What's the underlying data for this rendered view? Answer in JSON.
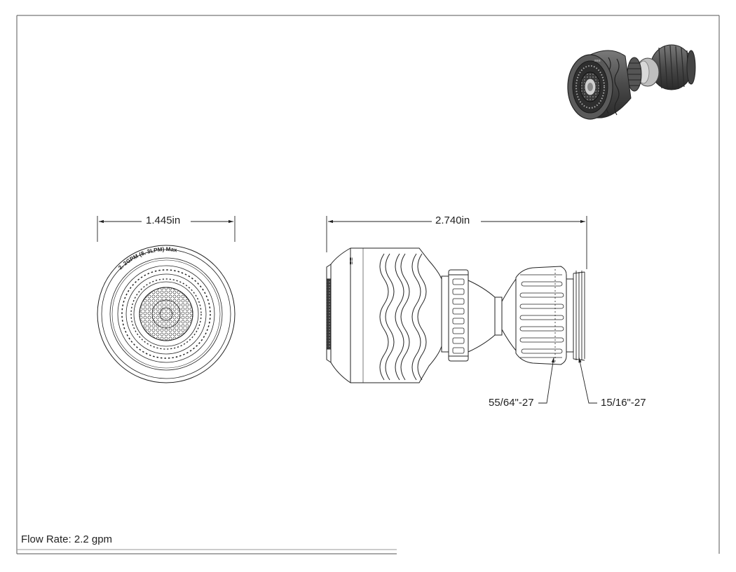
{
  "dimensions": {
    "front_width": "1.445in",
    "side_length": "2.740in",
    "thread_large": "55/64\"-27",
    "thread_small": "15/16\"-27"
  },
  "front_face_text": "2. 2GPM (8. 3LPM) Max",
  "footer": {
    "flow_rate": "Flow Rate: 2.2 gpm"
  },
  "colors": {
    "line": "#222222",
    "render_dark": "#3d3d3d",
    "render_mid": "#6a6a6a",
    "render_light": "#9a9a9a"
  }
}
